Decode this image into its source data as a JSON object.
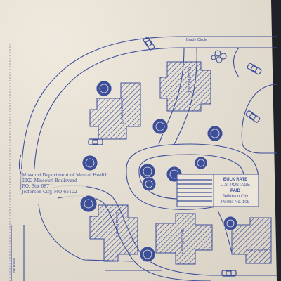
{
  "colors": {
    "ink": "#3e4f9a",
    "paper": "#ece6da",
    "paper_shade": "#ddd6c9",
    "background": "#1f2226"
  },
  "map": {
    "labels": {
      "road_top": "Brady Circle",
      "road_left": "Link Road",
      "group_home_1": "Group Home 1",
      "group_home_2": "Group Home 2",
      "group_home_3": "Group Home 3",
      "group_home_4": "Group Home 4",
      "group_home_5": "Group Home 5"
    },
    "icons": [
      "tree-icon",
      "car-icon",
      "building-hatch"
    ]
  },
  "address": {
    "line1": "Missouri Department of Mental Health",
    "line2": "2002 Missouri Boulevard",
    "line3": "P.O. Box 687",
    "line4": "Jefferson City, MO  65102"
  },
  "postage": {
    "line1": "BULK RATE",
    "line2": "U.S. POSTAGE",
    "line3": "PAID",
    "line4": "Jefferson City",
    "line5": "Permit No. 109"
  }
}
